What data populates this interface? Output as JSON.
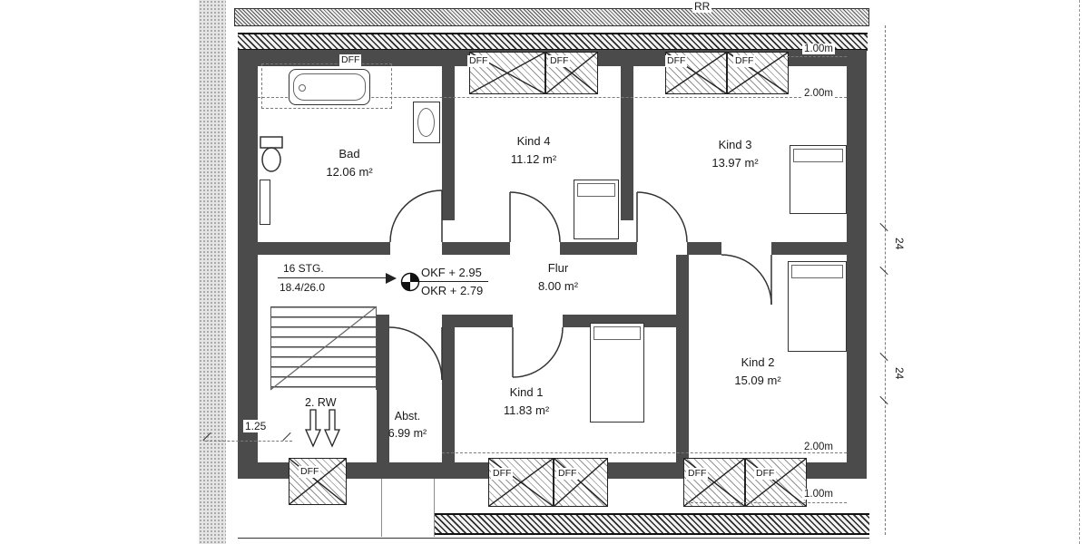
{
  "plan": {
    "rr": "RR",
    "dff": "DFF",
    "rooms": {
      "bad": {
        "name": "Bad",
        "area": "12.06 m²"
      },
      "kind4": {
        "name": "Kind 4",
        "area": "11.12 m²"
      },
      "kind3": {
        "name": "Kind 3",
        "area": "13.97 m²"
      },
      "flur": {
        "name": "Flur",
        "area": "8.00 m²"
      },
      "kind1": {
        "name": "Kind 1",
        "area": "11.83 m²"
      },
      "kind2": {
        "name": "Kind 2",
        "area": "15.09 m²"
      },
      "abst": {
        "name": "Abst.",
        "area": "6.99 m²"
      }
    },
    "stairs": {
      "stg": "16 STG.",
      "ratio": "18.4/26.0"
    },
    "levels": {
      "okf": "OKF + 2.95",
      "okr": "OKR + 2.79"
    },
    "rw": "2. RW",
    "dim_left": "1.25",
    "dims": {
      "top1": "1.00m",
      "top2": "2.00m",
      "bottom2": "2.00m",
      "bottom1": "1.00m",
      "side_upper": "24",
      "side_lower": "24"
    }
  }
}
